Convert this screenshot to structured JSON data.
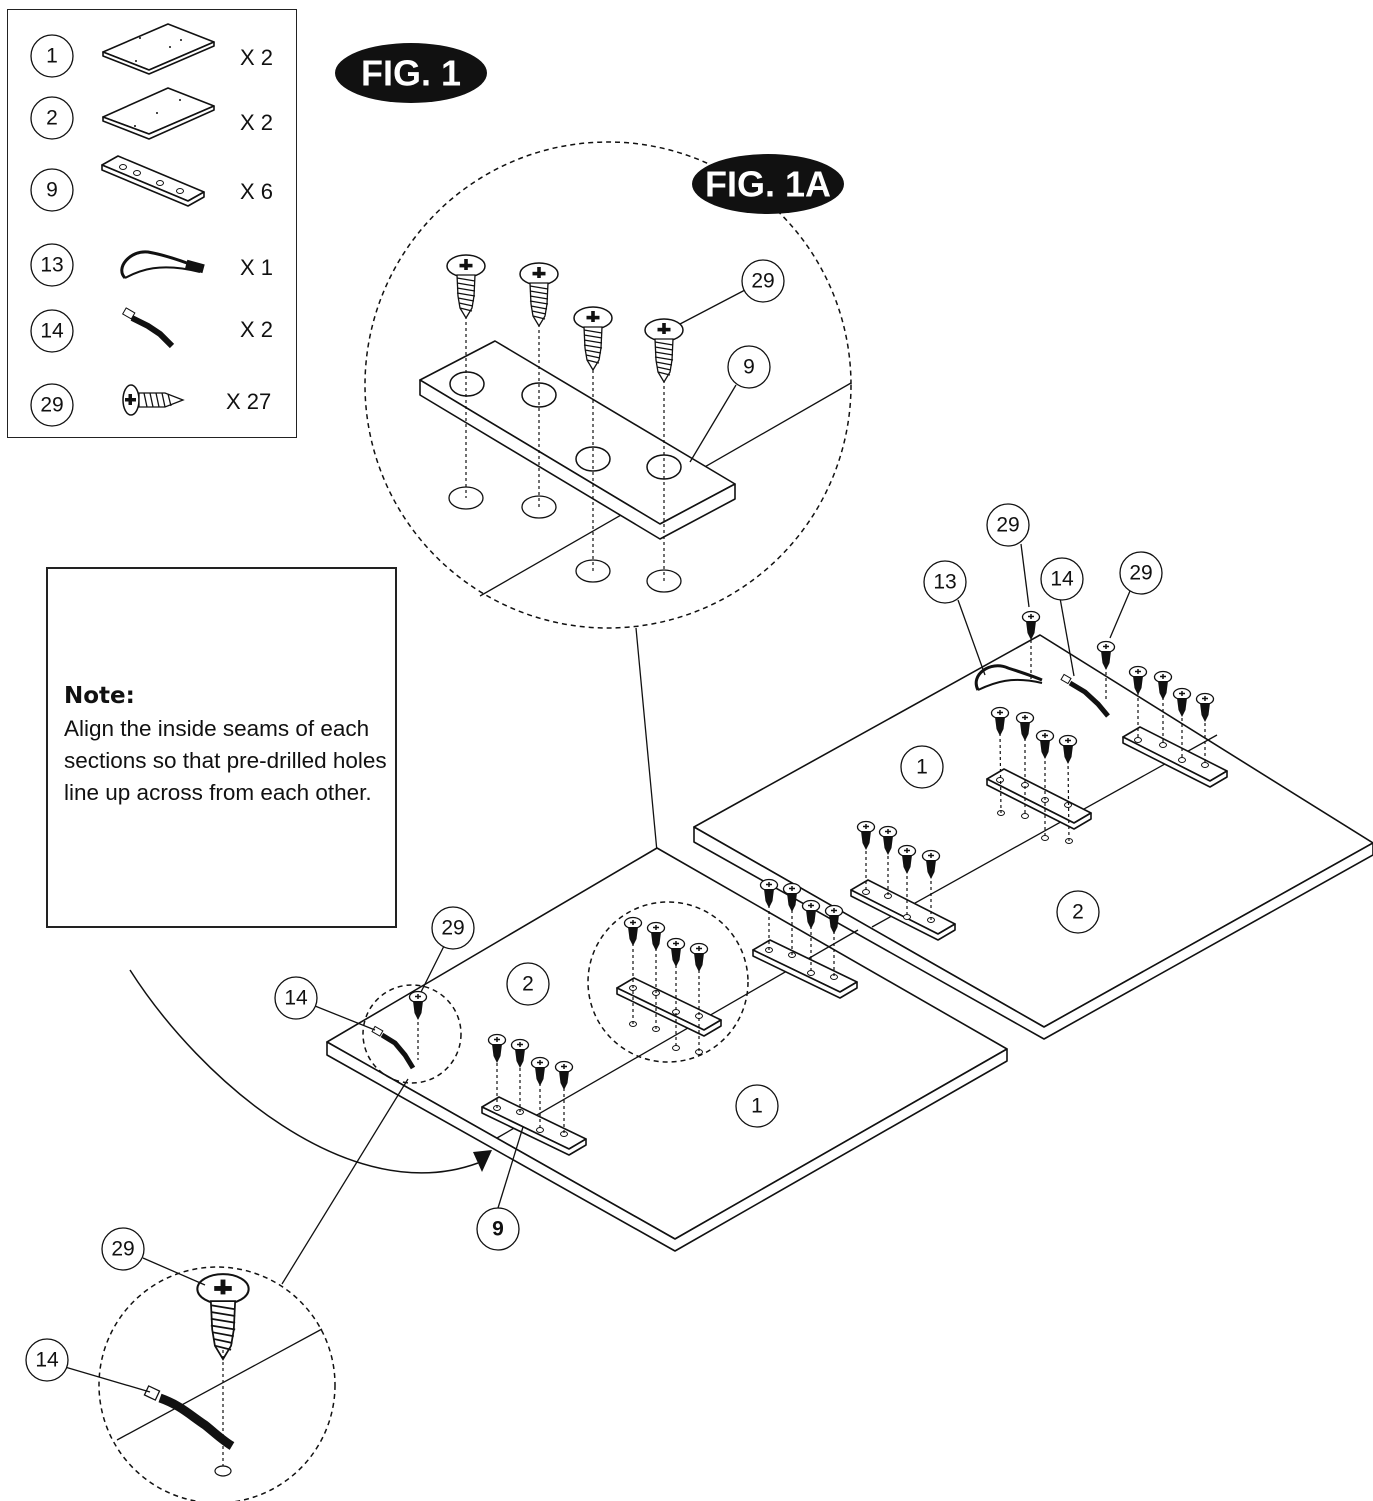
{
  "figure_labels": {
    "fig1": "FIG. 1",
    "fig1a": "FIG. 1A"
  },
  "parts_list": [
    {
      "part": "1",
      "qty": "X 2",
      "icon": "top-panel-icon"
    },
    {
      "part": "2",
      "qty": "X 2",
      "icon": "bottom-panel-icon"
    },
    {
      "part": "9",
      "qty": "X 6",
      "icon": "connector-plate-icon"
    },
    {
      "part": "13",
      "qty": "X 1",
      "icon": "strap-icon"
    },
    {
      "part": "14",
      "qty": "X 2",
      "icon": "small-strap-icon"
    },
    {
      "part": "29",
      "qty": "X 27",
      "icon": "screw-icon"
    }
  ],
  "note": {
    "title": "Note:",
    "body": "Align the inside seams of each sections so that pre-drilled holes line up across from each other."
  },
  "callouts": {
    "screw": "29",
    "plate": "9",
    "panel_1": "1",
    "panel_2": "2",
    "strap_long": "13",
    "strap_short": "14",
    "plate_bold": "9"
  },
  "colors": {
    "ink": "#111111",
    "paper": "#ffffff"
  }
}
